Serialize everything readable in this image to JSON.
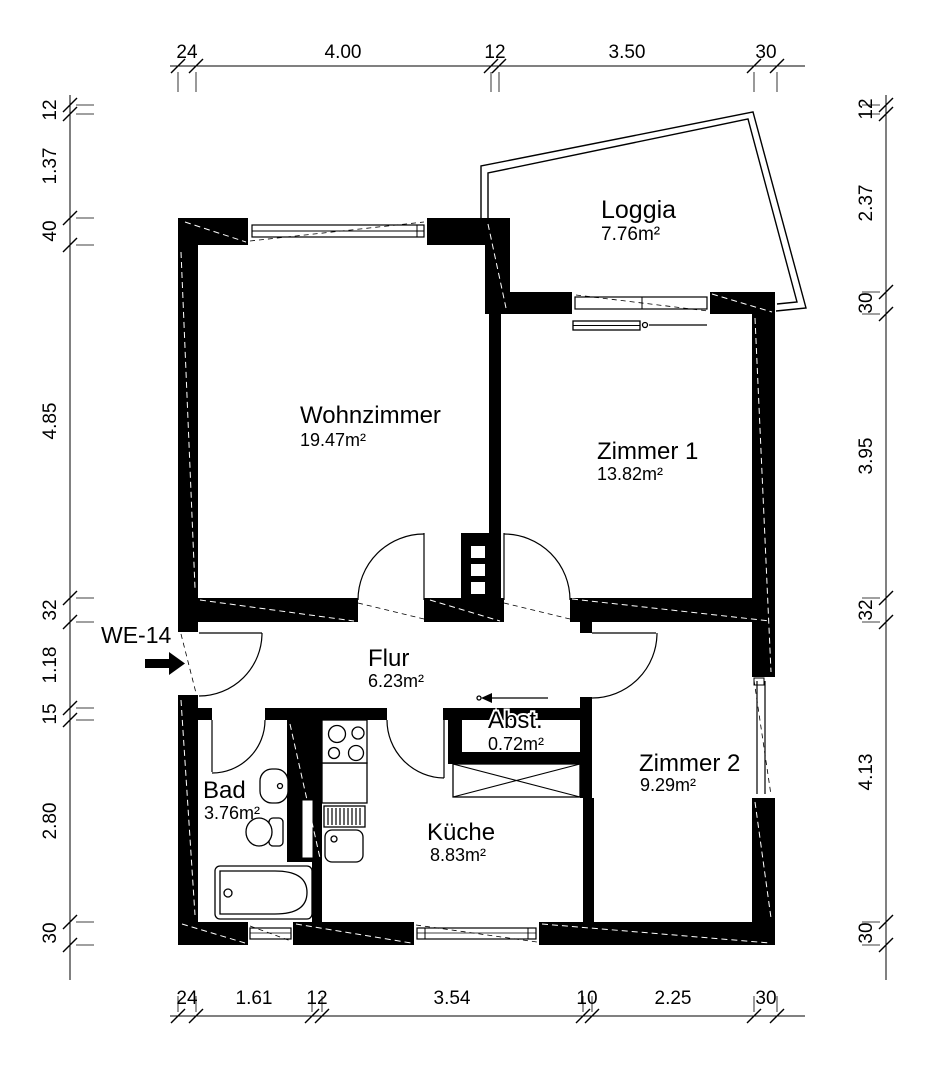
{
  "plan": {
    "unit_label": "WE-14",
    "rooms": [
      {
        "name": "Loggia",
        "area": "7.76m²"
      },
      {
        "name": "Wohnzimmer",
        "area": "19.47m²"
      },
      {
        "name": "Zimmer 1",
        "area": "13.82m²"
      },
      {
        "name": "Flur",
        "area": "6.23m²"
      },
      {
        "name": "Abst.",
        "area": "0.72m²"
      },
      {
        "name": "Bad",
        "area": "3.76m²"
      },
      {
        "name": "Küche",
        "area": "8.83m²"
      },
      {
        "name": "Zimmer 2",
        "area": "9.29m²"
      }
    ],
    "dimensions": {
      "top": [
        "24",
        "4.00",
        "12",
        "3.50",
        "30"
      ],
      "bottom": [
        "24",
        "1.61",
        "12",
        "3.54",
        "10",
        "2.25",
        "30"
      ],
      "left": [
        "12",
        "1.37",
        "40",
        "4.85",
        "32",
        "1.18",
        "15",
        "2.80",
        "30"
      ],
      "right": [
        "12",
        "2.37",
        "30",
        "3.95",
        "32",
        "4.13",
        "30"
      ]
    }
  },
  "colors": {
    "wall": "#000000",
    "background": "#ffffff"
  }
}
